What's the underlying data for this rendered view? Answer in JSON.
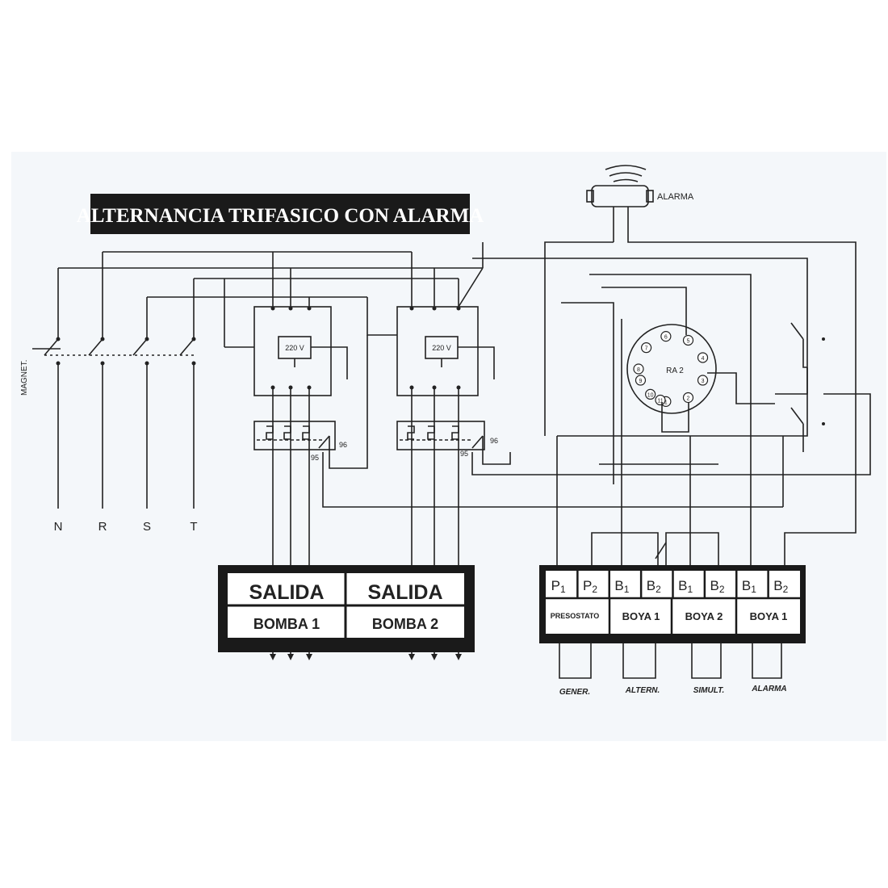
{
  "title": "ALTERNANCIA TRIFASICO CON ALARMA",
  "alarm": {
    "label": "ALARMA"
  },
  "breaker": {
    "label": "MAGNET.",
    "phases": [
      "N",
      "R",
      "S",
      "T"
    ]
  },
  "contactors": [
    {
      "coil": "220 V",
      "aux_a": "96",
      "aux_b": "95"
    },
    {
      "coil": "220 V",
      "aux_a": "96",
      "aux_b": "95"
    }
  ],
  "relay": {
    "label": "RA 2",
    "pins": [
      "1",
      "2",
      "3",
      "4",
      "5",
      "6",
      "7",
      "8",
      "9",
      "10",
      "11"
    ]
  },
  "outputs": {
    "row1": [
      "SALIDA",
      "SALIDA"
    ],
    "row2": [
      "BOMBA 1",
      "BOMBA 2"
    ]
  },
  "terminal_block": {
    "terminals": [
      {
        "main": "P",
        "sub": "1"
      },
      {
        "main": "P",
        "sub": "2"
      },
      {
        "main": "B",
        "sub": "1"
      },
      {
        "main": "B",
        "sub": "2"
      },
      {
        "main": "B",
        "sub": "1"
      },
      {
        "main": "B",
        "sub": "2"
      },
      {
        "main": "B",
        "sub": "1"
      },
      {
        "main": "B",
        "sub": "2"
      }
    ],
    "groups": [
      "PRESOSTATO",
      "BOYA 1",
      "BOYA 2",
      "BOYA 1"
    ]
  },
  "modes": [
    "GENER.",
    "ALTERN.",
    "SIMULT.",
    "ALARMA"
  ]
}
